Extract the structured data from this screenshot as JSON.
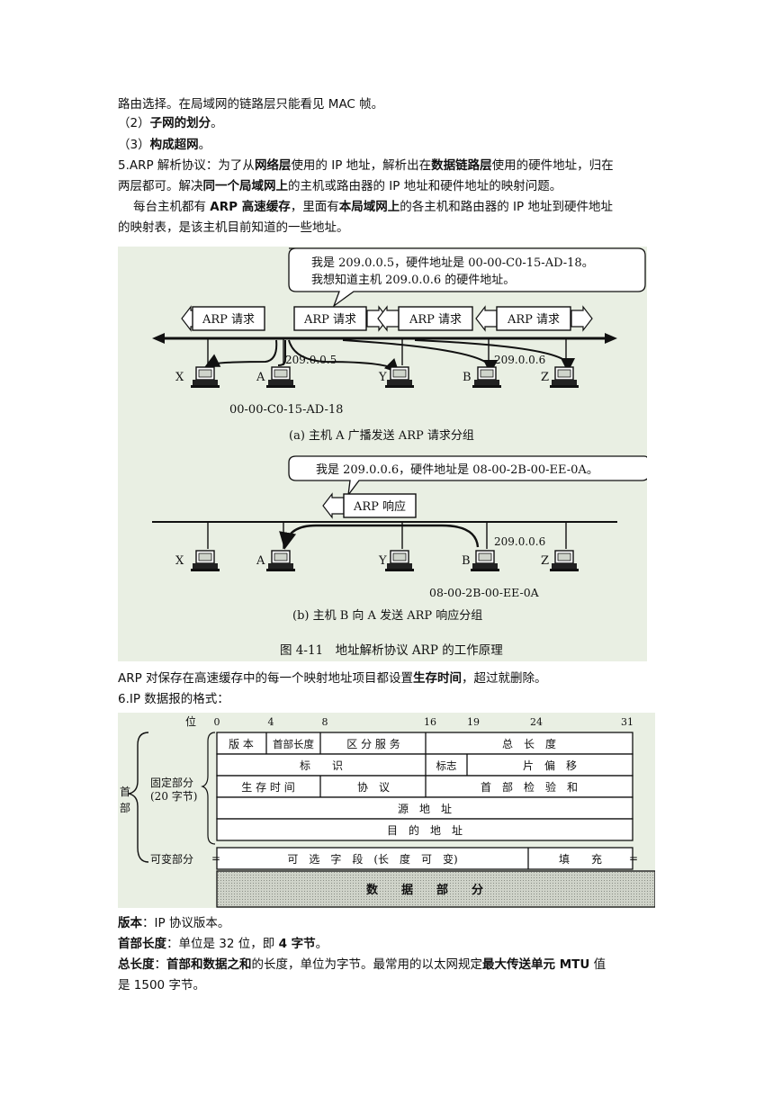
{
  "text": {
    "l1": "路由选择。在局域网的链路层只能看见 MAC 帧。",
    "l2_prefix": "（2）",
    "l2_bold": "子网的划分",
    "l2_suffix": "。",
    "l3_prefix": "（3）",
    "l3_bold": "构成超网",
    "l3_suffix": "。",
    "l4_a": "5.ARP 解析协议：为了从",
    "l4_b": "网络层",
    "l4_c": "使用的 IP 地址，解析出在",
    "l4_d": "数据链路层",
    "l4_e": "使用的硬件地址，归在",
    "l5_a": "两层都可。解决",
    "l5_b": "同一个局域网上",
    "l5_c": "的主机或路由器的 IP 地址和硬件地址的映射问题。",
    "l6_a": "每台主机都有 ",
    "l6_b": "ARP 高速缓存",
    "l6_c": "，里面有",
    "l6_d": "本局域网上",
    "l6_e": "的各主机和路由器的 IP 地址到硬件地址",
    "l7": "的映射表，是该主机目前知道的一些地址。",
    "l8_a": "ARP 对保存在高速缓存中的每一个映射地址项目都设置",
    "l8_b": "生存时间",
    "l8_c": "，超过就删除。",
    "l9": "6.IP 数据报的格式：",
    "l10_b": "版本",
    "l10_c": "：IP 协议版本。",
    "l11_b": "首部长度",
    "l11_c": "：单位是 32 位，即 ",
    "l11_d": "4 字节",
    "l11_e": "。",
    "l12_b": "总长度",
    "l12_c": "：",
    "l12_d": "首部和数据之和",
    "l12_e": "的长度，单位为字节。最常用的以太网规定",
    "l12_f": "最大传送单元 MTU",
    "l12_g": " 值",
    "l13": "是 1500 字节。"
  },
  "arp_figure": {
    "bubble_a_line1": "我是 209.0.0.5，硬件地址是 00-00-C0-15-AD-18。",
    "bubble_a_line2": "我想知道主机 209.0.0.6 的硬件地址。",
    "arp_request": "ARP 请求",
    "host_x": "X",
    "host_a": "A",
    "host_y": "Y",
    "host_b": "B",
    "host_z": "Z",
    "ip_a": "209.0.0.5",
    "ip_b": "209.0.0.6",
    "mac_a": "00-00-C0-15-AD-18",
    "caption_a": "(a) 主机 A 广播发送 ARP 请求分组",
    "bubble_b": "我是 209.0.0.6，硬件地址是 08-00-2B-00-EE-0A。",
    "arp_reply": "ARP 响应",
    "mac_b": "08-00-2B-00-EE-0A",
    "caption_b": "(b) 主机 B 向 A 发送 ARP 响应分组",
    "figure_title": "图 4-11　地址解析协议 ARP 的工作原理"
  },
  "ip_figure": {
    "bits_label": "位",
    "bit_ticks": [
      "0",
      "4",
      "8",
      "16",
      "19",
      "24",
      "31"
    ],
    "header_label_1": "首",
    "header_label_2": "部",
    "fixed_part_1": "固定部分",
    "fixed_part_2": "(20 字节)",
    "variable_part": "可变部分",
    "f_version": "版 本",
    "f_ihl": "首部长度",
    "f_tos": "区 分 服 务",
    "f_total_len": "总　长　度",
    "f_id": "标　　识",
    "f_flags": "标志",
    "f_frag": "片　偏　移",
    "f_ttl": "生 存 时 间",
    "f_proto": "协　议",
    "f_checksum": "首　部　检　验　和",
    "f_src": "源　地　址",
    "f_dst": "目　的　地　址",
    "f_options": "可　选　字　段　(长　度　可　变)",
    "f_padding": "填　　充",
    "f_data": "数　　据　　部　　分"
  }
}
